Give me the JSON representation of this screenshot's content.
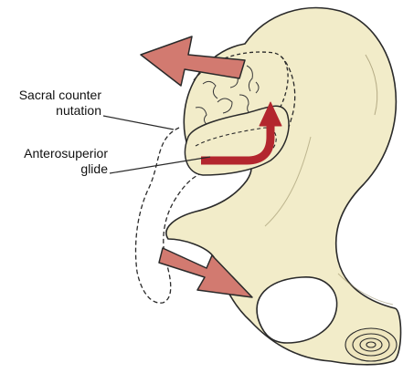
{
  "labels": {
    "sacral_counter_nutation": {
      "line1": "Sacral counter",
      "line2": "nutation"
    },
    "anterosuperior_glide": {
      "line1": "Anterosuperior",
      "line2": "glide"
    }
  },
  "colors": {
    "bone_fill": "#f2ecc9",
    "outline": "#2a2a2a",
    "motion_arrow": "#d27a70",
    "glide_arrow": "#b3262e",
    "label_text": "#111111"
  }
}
